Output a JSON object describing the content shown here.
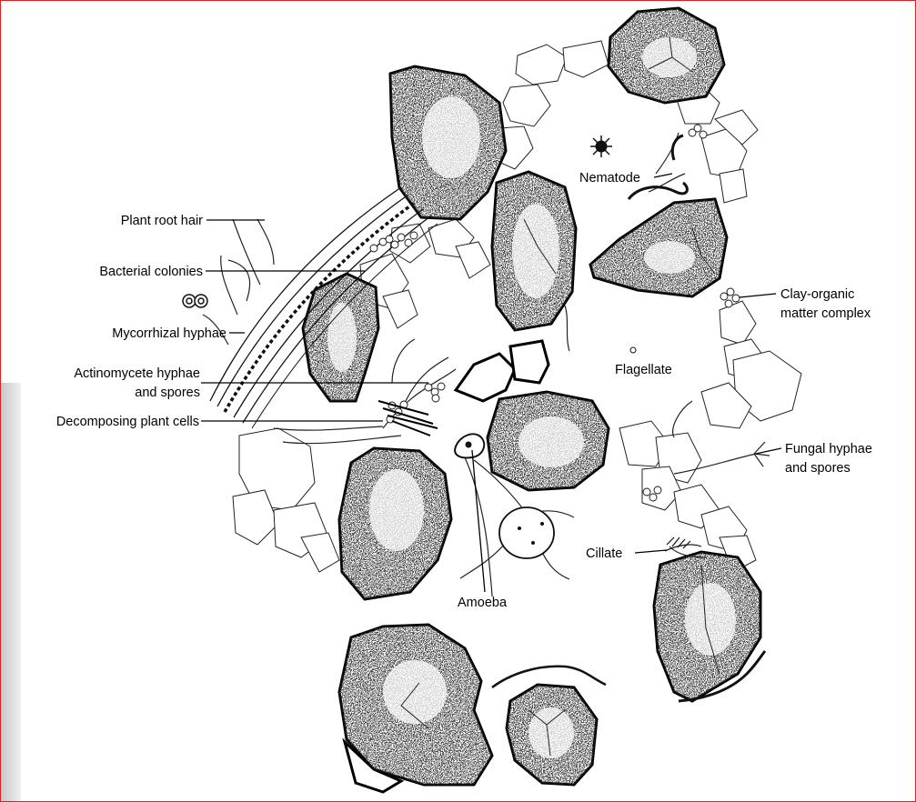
{
  "colors": {
    "border": "#e02020",
    "ink": "#111111",
    "stipple": "#333333"
  },
  "labels": {
    "plant_root_hair": "Plant root hair",
    "bacterial_colonies": "Bacterial colonies",
    "mycorrhizal_hyphae": "Mycorrhizal hyphae",
    "actinomycete_1": "Actinomycete hyphae",
    "actinomycete_2": "and spores",
    "decomposing": "Decomposing plant cells",
    "nematode": "Nematode",
    "clay_1": "Clay-organic",
    "clay_2": "matter complex",
    "flagellate": "Flagellate",
    "fungal_1": "Fungal hyphae",
    "fungal_2": "and spores",
    "cillate": "Cillate",
    "amoeba": "Amoeba"
  }
}
